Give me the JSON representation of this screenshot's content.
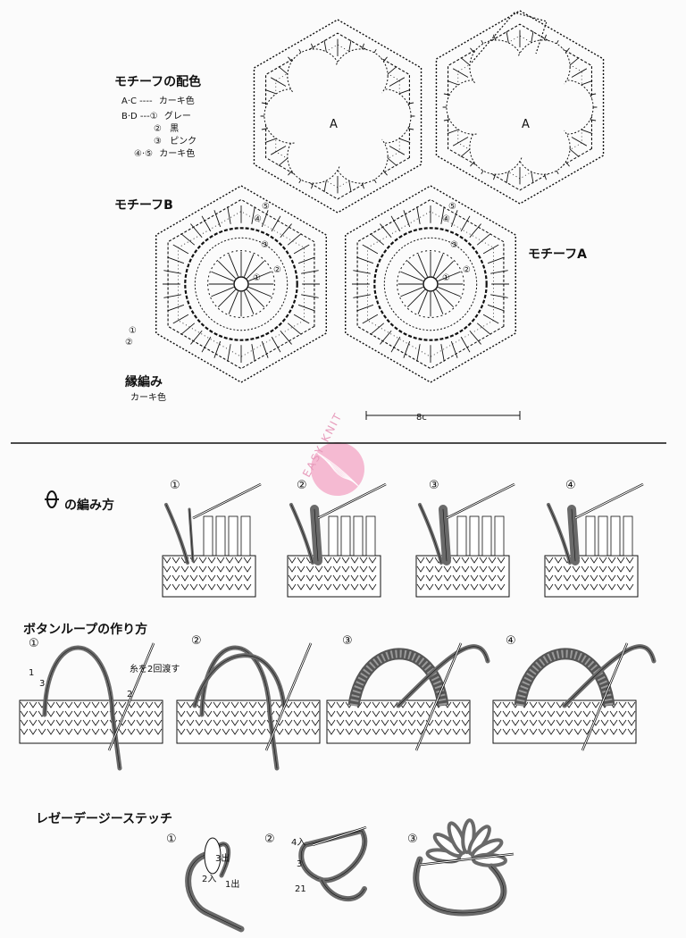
{
  "colors": {
    "ink": "#111111",
    "yarn": "#6a6a6a",
    "watermark": "#f3a4c4",
    "paper": "#fbfbfb"
  },
  "chart": {
    "color_title": "モチーフの配色",
    "legend": [
      {
        "key": "A·C ----",
        "value": "カーキ色"
      },
      {
        "key": "B·D ---①",
        "value": "グレー"
      },
      {
        "key": "②",
        "value": "黒"
      },
      {
        "key": "③",
        "value": "ピンク"
      },
      {
        "key": "④·⑤",
        "value": "カーキ色"
      }
    ],
    "motif_a_letter": "A",
    "motif_b_label": "モチーフB",
    "motif_a_label": "モチーフA",
    "border_label": "縁編み",
    "border_color": "カーキ色",
    "dimension": "8c",
    "round_marks": [
      "①",
      "②",
      "③",
      "④",
      "⑤"
    ],
    "border_rounds": [
      "①",
      "②"
    ]
  },
  "watermark": {
    "text": "EASY KNIT"
  },
  "sections": {
    "stitch": {
      "title": "の編み方",
      "steps": [
        "①",
        "②",
        "③",
        "④"
      ]
    },
    "button_loop": {
      "title": "ボタンループの作り方",
      "steps": [
        "①",
        "②",
        "③",
        "④"
      ],
      "note": "糸を2回渡す",
      "nums": [
        "1",
        "3",
        "2"
      ]
    },
    "lazy_daisy": {
      "title": "レゼーデージーステッチ",
      "steps": [
        "①",
        "②",
        "③"
      ],
      "labels": {
        "out3": "3出",
        "in2": "2入",
        "out1": "1出",
        "in4": "4入",
        "n3": "3",
        "n21": "21"
      }
    }
  }
}
